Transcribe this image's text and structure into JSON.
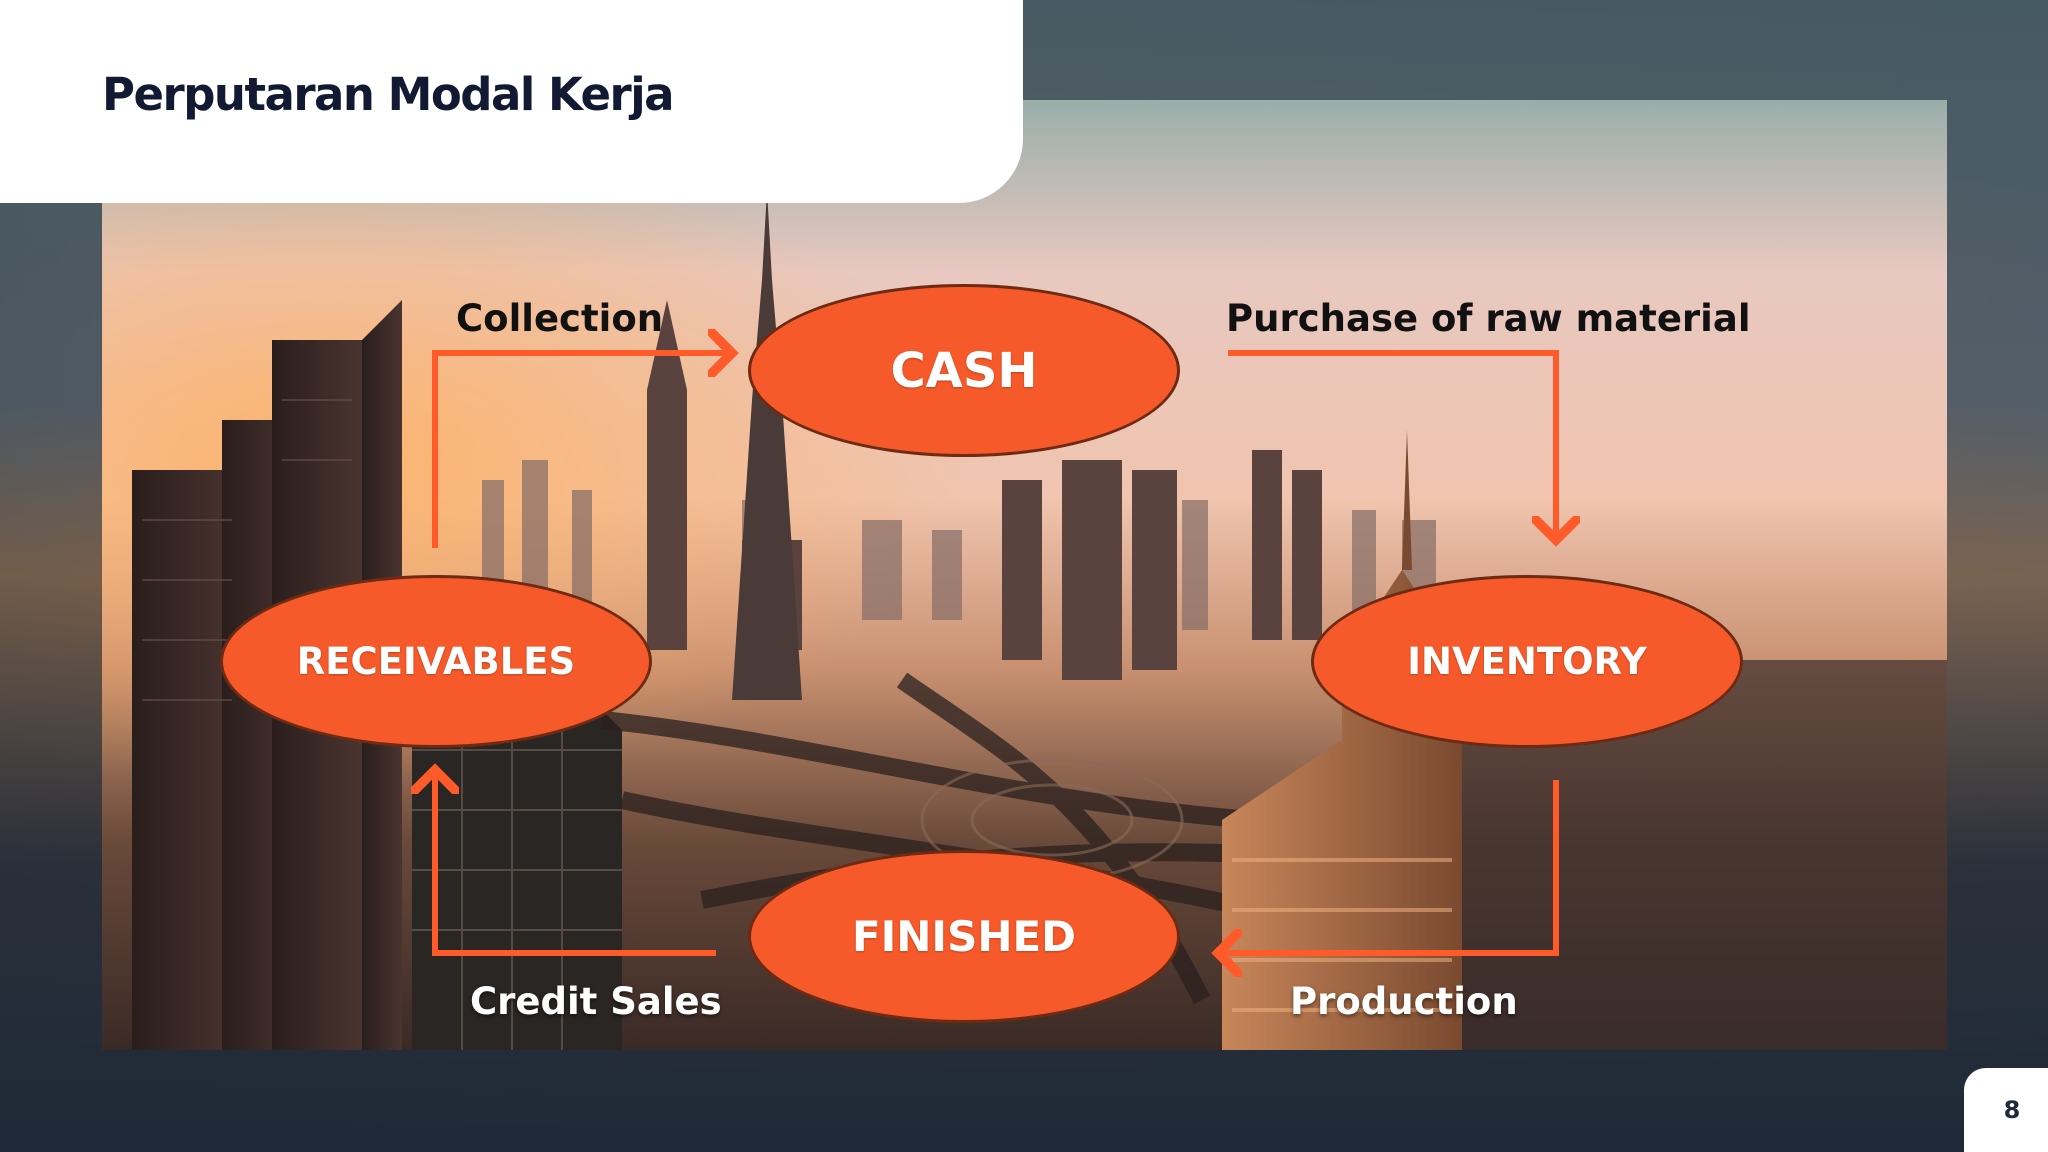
{
  "title": "Perputaran Modal Kerja",
  "page_number": "8",
  "nodes": {
    "cash": "CASH",
    "receivables": "RECEIVABLES",
    "inventory": "INVENTORY",
    "finished": "FINISHED"
  },
  "edges": {
    "collection": "Collection",
    "purchase": "Purchase of raw material",
    "production": "Production",
    "credit_sales": "Credit Sales"
  },
  "colors": {
    "node_fill": "#f75a2a",
    "arrow": "#ff5a2a",
    "title": "#121a33"
  }
}
